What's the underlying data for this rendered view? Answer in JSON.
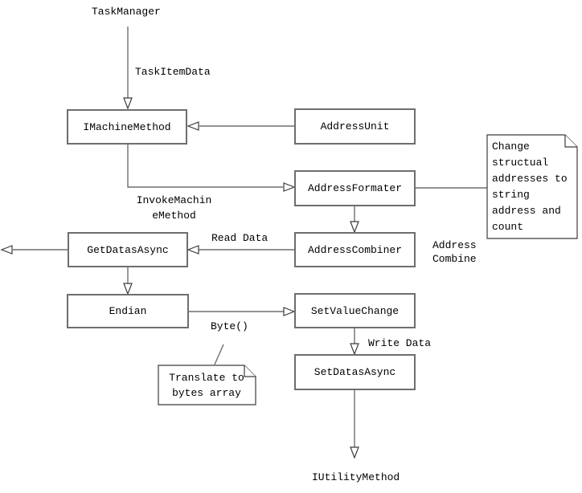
{
  "diagram": {
    "endpoints": {
      "source": "TaskManager",
      "sink": "IUtilityMethod"
    },
    "boxes": {
      "imachine_method": "IMachineMethod",
      "address_unit": "AddressUnit",
      "address_formater": "AddressFormater",
      "address_combiner": "AddressCombiner",
      "get_datas_async": "GetDatasAsync",
      "endian": "Endian",
      "set_value_change": "SetValueChange",
      "set_datas_async": "SetDatasAsync"
    },
    "edge_labels": {
      "task_item_data": "TaskItemData",
      "invoke_machine_method": [
        "InvokeMachin",
        "eMethod"
      ],
      "read_data": "Read Data",
      "address_combine": [
        "Address",
        "Combine"
      ],
      "byte": "Byte()",
      "write_data": "Write Data"
    },
    "notes": {
      "change_structural": [
        "Change",
        "structual",
        "addresses to",
        "string",
        "address and",
        "count"
      ],
      "translate_bytes": [
        "Translate to",
        "bytes array"
      ]
    },
    "colors": {
      "line": "#6e6e6e",
      "arrowhead_stroke": "#3c3c3c",
      "text": "#000000",
      "background": "#ffffff"
    }
  }
}
